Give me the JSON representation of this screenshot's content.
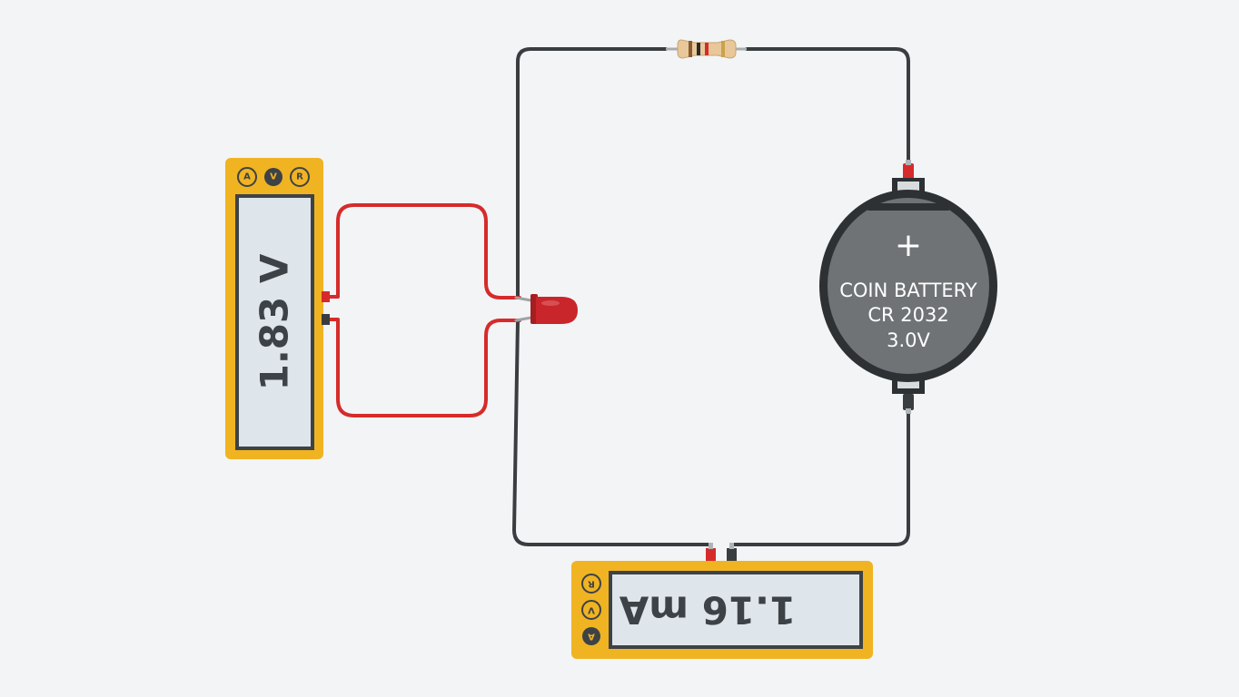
{
  "voltmeter": {
    "reading": "1.83 V",
    "modes": [
      "A",
      "V",
      "R"
    ],
    "active_mode": "V"
  },
  "ammeter": {
    "reading": "1.16 mA",
    "modes": [
      "A",
      "V",
      "R"
    ],
    "active_mode": "A"
  },
  "battery": {
    "plus": "+",
    "line1": "COIN BATTERY",
    "line2": "CR 2032",
    "line3": "3.0V"
  },
  "colors": {
    "background": "#f3f4f6",
    "wire_dark": "#3a3d40",
    "wire_red": "#d62b2b",
    "meter_body": "#f0b322",
    "meter_screen": "#dfe6eb",
    "led": "#c8262b",
    "battery_body": "#3c3f42"
  }
}
